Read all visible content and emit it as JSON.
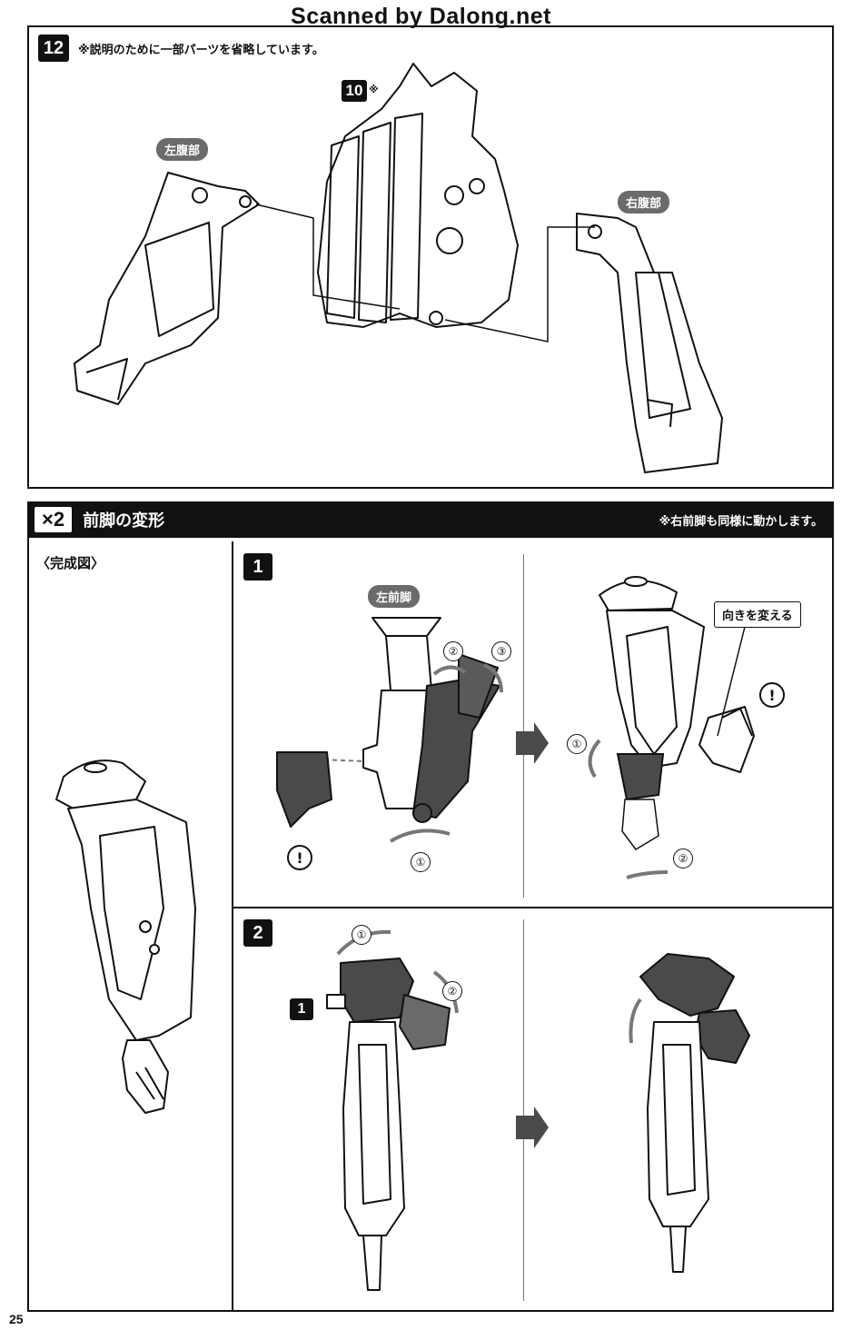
{
  "watermark": "Scanned by Dalong.net",
  "step12": {
    "number": "12",
    "note": "※説明のために一部パーツを省略しています。",
    "ref_number": "10",
    "ref_mark": "※",
    "left_label": "左腹部",
    "right_label": "右腹部"
  },
  "transform": {
    "multiplier": "×2",
    "title": "前脚の変形",
    "note": "※右前脚も同様に動かします。",
    "complete_label": "〈完成図〉",
    "step1": {
      "number": "1",
      "part_label": "左前脚",
      "direction_label": "向きを変える",
      "warning": "!",
      "c1": "①",
      "c2": "②",
      "c3": "③"
    },
    "step2": {
      "number": "2",
      "ref_number": "1",
      "c1": "①",
      "c2": "②"
    }
  },
  "page_number": "25",
  "colors": {
    "ink": "#111111",
    "part_dark": "#4a4a4a",
    "callout": "#6b6b6b",
    "arrow_gray": "#777777"
  }
}
